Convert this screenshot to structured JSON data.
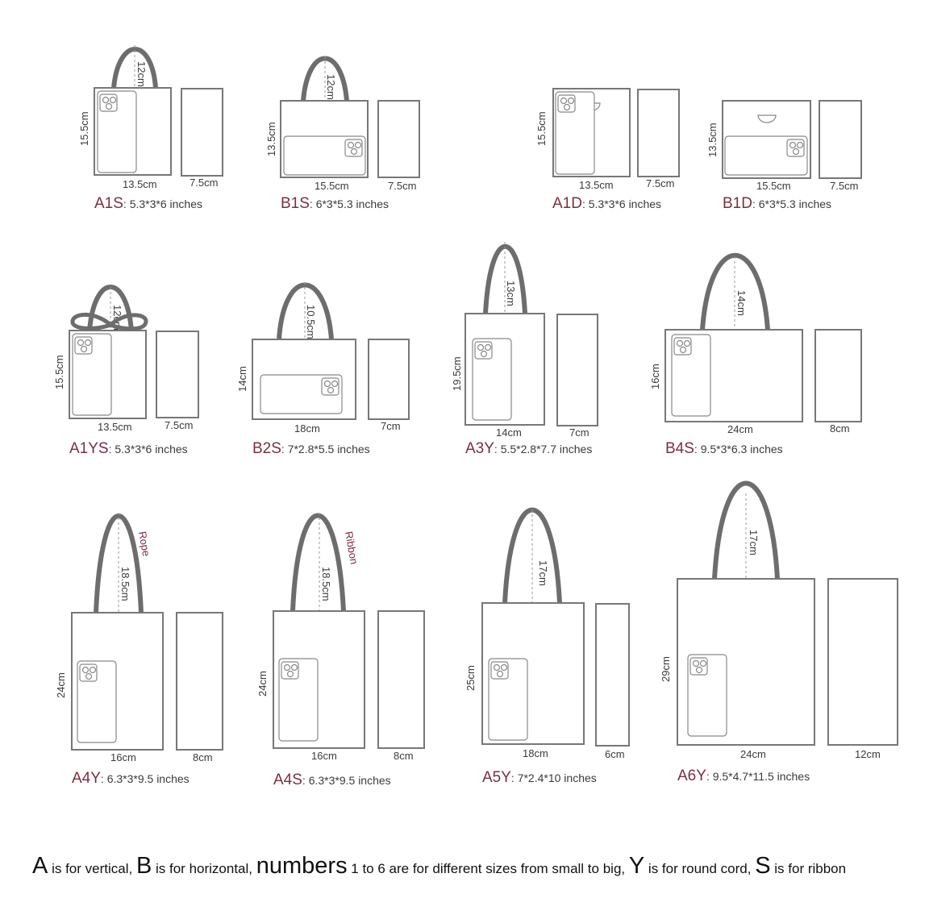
{
  "bags": [
    {
      "code": "A1S",
      "size": ": 5.3*3*6 inches",
      "width_label": "13.5cm",
      "height_label": "15.5cm",
      "depth_label": "7.5cm",
      "handle_label": "12cm"
    },
    {
      "code": "B1S",
      "size": ": 6*3*5.3 inches",
      "width_label": "15.5cm",
      "height_label": "13.5cm",
      "depth_label": "7.5cm",
      "handle_label": "12cm"
    },
    {
      "code": "A1D",
      "size": ": 5.3*3*6 inches",
      "width_label": "13.5cm",
      "height_label": "15.5cm",
      "depth_label": "7.5cm"
    },
    {
      "code": "B1D",
      "size": ": 6*3*5.3 inches",
      "width_label": "15.5cm",
      "height_label": "13.5cm",
      "depth_label": "7.5cm"
    },
    {
      "code": "A1YS",
      "size": ": 5.3*3*6 inches",
      "width_label": "13.5cm",
      "height_label": "15.5cm",
      "depth_label": "7.5cm",
      "handle_label": "12cm"
    },
    {
      "code": "B2S",
      "size": ": 7*2.8*5.5 inches",
      "width_label": "18cm",
      "height_label": "14cm",
      "depth_label": "7cm",
      "handle_label": "10.5cm"
    },
    {
      "code": "A3Y",
      "size": ": 5.5*2.8*7.7 inches",
      "width_label": "14cm",
      "height_label": "19.5cm",
      "depth_label": "7cm",
      "handle_label": "13cm"
    },
    {
      "code": "B4S",
      "size": ": 9.5*3*6.3 inches",
      "width_label": "24cm",
      "height_label": "16cm",
      "depth_label": "8cm",
      "handle_label": "14cm"
    },
    {
      "code": "A4Y",
      "size": ": 6.3*3*9.5 inches",
      "width_label": "16cm",
      "height_label": "24cm",
      "depth_label": "8cm",
      "handle_label": "18.5cm",
      "handle_type": "Rope"
    },
    {
      "code": "A4S",
      "size": ": 6.3*3*9.5 inches",
      "width_label": "16cm",
      "height_label": "24cm",
      "depth_label": "8cm",
      "handle_label": "18.5cm",
      "handle_type": "Ribbon"
    },
    {
      "code": "A5Y",
      "size": ": 7*2.4*10 inches",
      "width_label": "18cm",
      "height_label": "25cm",
      "depth_label": "6cm",
      "handle_label": "17cm"
    },
    {
      "code": "A6Y",
      "size": ": 9.5*4.7*11.5 inches",
      "width_label": "24cm",
      "height_label": "29cm",
      "depth_label": "12cm",
      "handle_label": "17cm"
    }
  ],
  "legend": {
    "a_letter": "A",
    "a_text": " is for vertical, ",
    "b_letter": "B",
    "b_text": " is for horizontal, ",
    "numbers_word": "numbers",
    "numbers_text": " 1 to 6 are for different sizes from small to big, ",
    "y_letter": "Y",
    "y_text": " is for round cord, ",
    "s_letter": "S",
    "s_text": " is for ribbon"
  },
  "colors": {
    "code": "#7a2f3f",
    "outline": "#777777",
    "handle": "#6d6d6d"
  }
}
